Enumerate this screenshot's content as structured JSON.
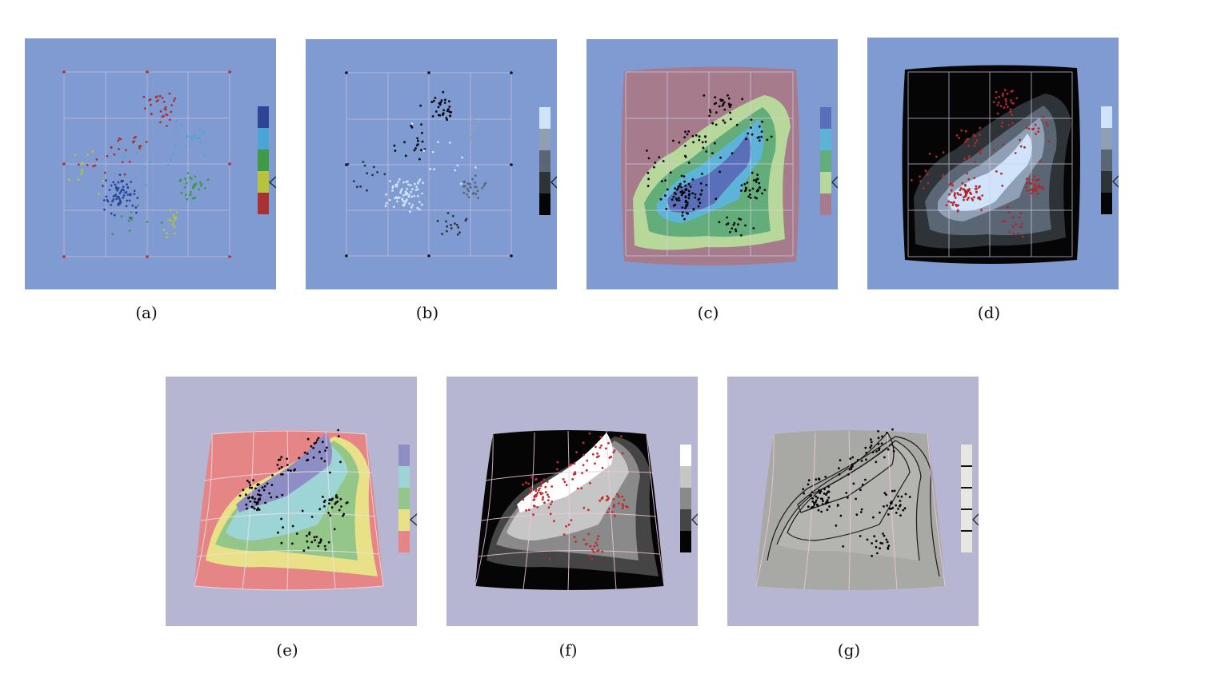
{
  "figure": {
    "panels": [
      {
        "id": "a",
        "caption": "(a)",
        "colors": {
          "background": "#7f9bd1",
          "legend": [
            "#2e4497",
            "#4aa5d5",
            "#3f9a48",
            "#b7c33c",
            "#a83232"
          ]
        }
      },
      {
        "id": "b",
        "caption": "(b)",
        "colors": {
          "background": "#7f9bd1",
          "legend": [
            "#cfe4fa",
            "#8fa0b4",
            "#5a6674",
            "#2e3338",
            "#050505"
          ]
        }
      },
      {
        "id": "c",
        "caption": "(c)",
        "colors": {
          "background": "#7f9bd1",
          "legend": [
            "#5a6fb9",
            "#5db3d8",
            "#63ad7b",
            "#b7d89a",
            "#a67c8c"
          ]
        }
      },
      {
        "id": "d",
        "caption": "(d)",
        "colors": {
          "background": "#7f9bd1",
          "legend": [
            "#cfe4fa",
            "#8fa0b4",
            "#5a6674",
            "#2e3338",
            "#050505"
          ]
        }
      },
      {
        "id": "e",
        "caption": "(e)",
        "colors": {
          "background": "#b6b6d2",
          "legend": [
            "#8e8ec4",
            "#9dd5d6",
            "#94c68a",
            "#e8e188",
            "#e58585"
          ]
        }
      },
      {
        "id": "f",
        "caption": "(f)",
        "colors": {
          "background": "#b6b6d2",
          "legend": [
            "#ffffff",
            "#c6c6c6",
            "#8a8a8a",
            "#454545",
            "#050505"
          ]
        }
      },
      {
        "id": "g",
        "caption": "(g)",
        "colors": {
          "background": "#b6b6d2",
          "legend": [
            "#e8e8e2"
          ]
        }
      }
    ]
  }
}
